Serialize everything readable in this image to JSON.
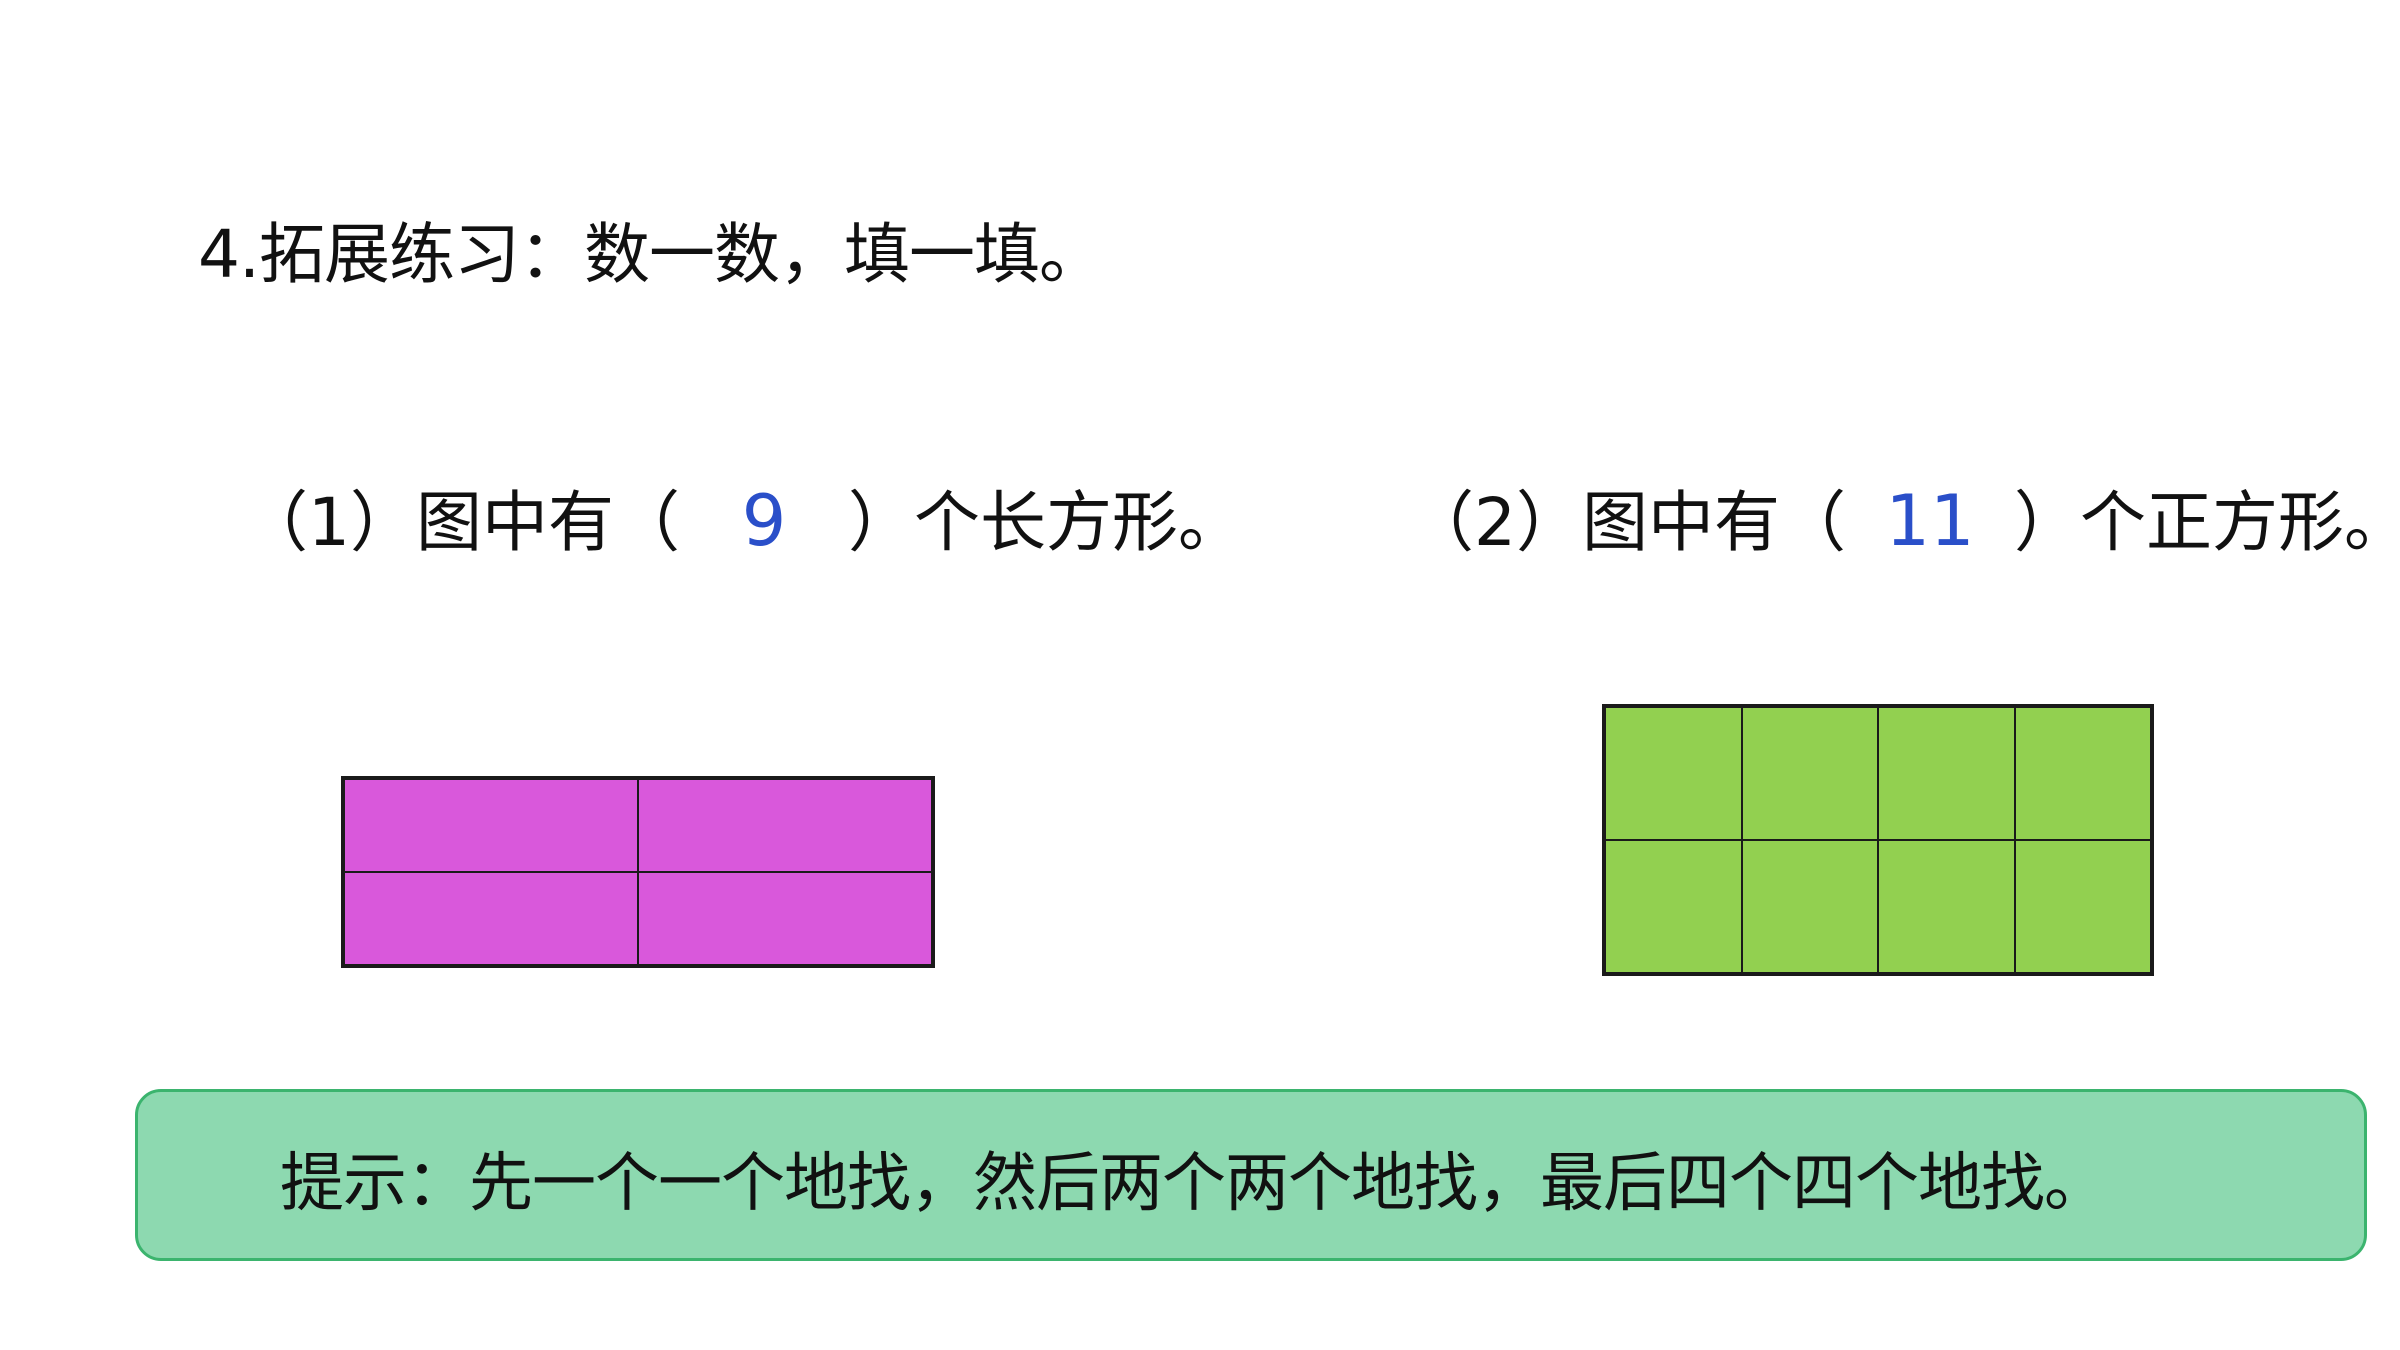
{
  "title": "4.拓展练习：数一数，填一填。",
  "question1": {
    "prefix": "（1）图中有（",
    "answer": "9",
    "suffix": "）个长方形。"
  },
  "question2": {
    "prefix": "（2）图中有（",
    "answer": "11",
    "suffix": "）个正方形。"
  },
  "figures": {
    "rectangle_figure": {
      "rows": 2,
      "columns": 2,
      "color": "#d958db"
    },
    "square_figure": {
      "rows": 2,
      "columns": 4,
      "color": "#92d050"
    }
  },
  "hint": {
    "text": "提示：先一个一个地找，然后两个两个地找，最后四个四个地找。",
    "box_color": "#8dd9b0"
  },
  "colors": {
    "answer": "#2a4fc9",
    "text": "#111111"
  }
}
